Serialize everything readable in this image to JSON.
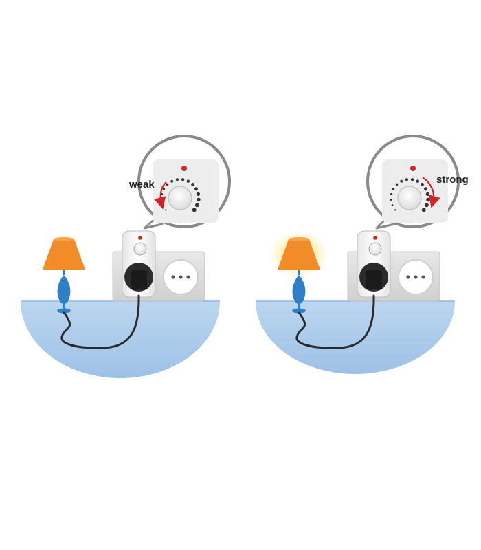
{
  "panels": [
    {
      "id": "left",
      "label": "weak",
      "lamp_glow": false
    },
    {
      "id": "right",
      "label": "strong",
      "lamp_glow": true
    }
  ],
  "colors": {
    "floor": "#a8c9ea",
    "floor_edge": "#8fb6e0",
    "lampshade": "#f28c28",
    "lamp_base": "#2f7fc6",
    "glow": "#ffe98a",
    "cord": "#2a2a2a",
    "arrow": "#d2232a",
    "indicator": "#d2232a",
    "wall_plate": "#dcdcdc",
    "zoom_ring": "#8a8a8a"
  },
  "icons": [
    "lamp-icon",
    "dimmer-plug-icon",
    "wall-socket-icon",
    "power-cord-icon",
    "dial-icon",
    "rotate-arrow-icon"
  ]
}
